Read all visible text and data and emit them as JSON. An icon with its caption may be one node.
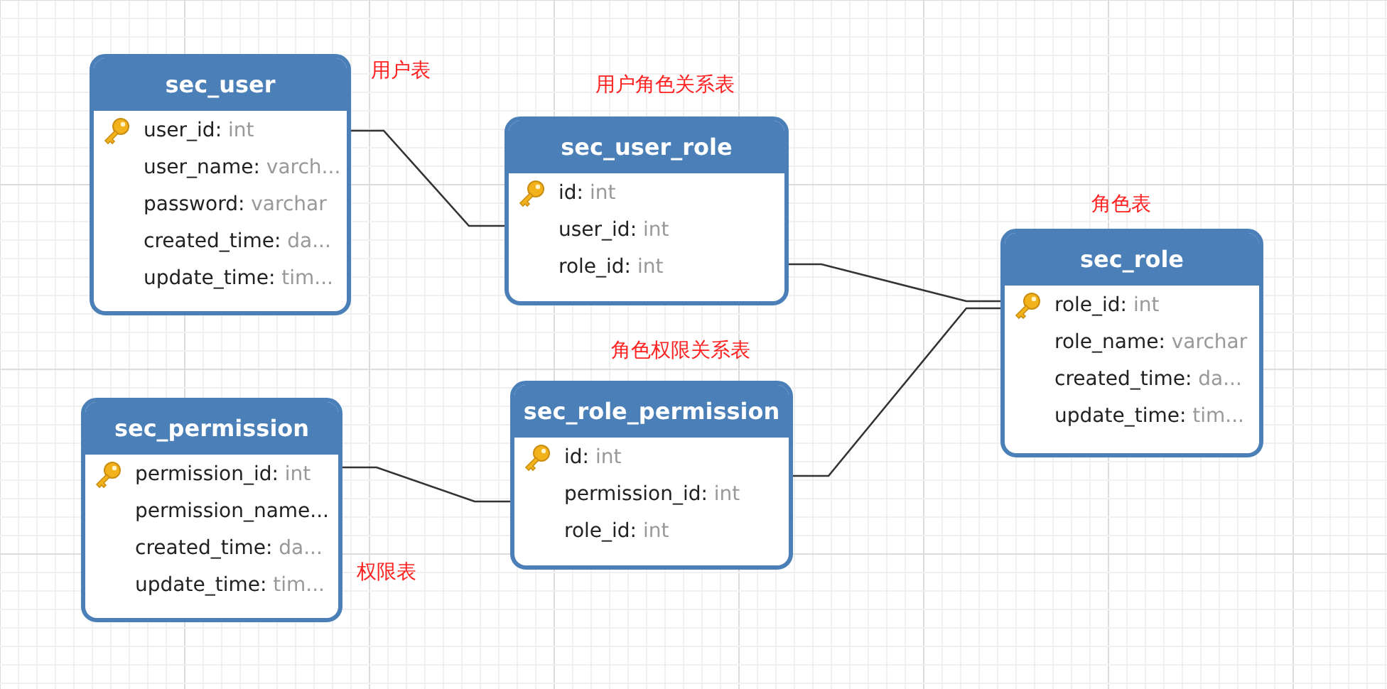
{
  "diagram": {
    "nodes": [
      {
        "text": [
          "sec_user",
          "user_id: int",
          "user_name: varch...",
          "password: varchar",
          "created_time: da...",
          "update_time: tim..."
        ],
        "beside": [
          "用户表"
        ]
      },
      {
        "text": [
          "sec_user_role",
          "id: int",
          "user_id: int",
          "role_id: int"
        ],
        "beside": [
          "用户角色关系表"
        ]
      },
      {
        "text": [
          "sec_role",
          "role_id: int",
          "role_name: varchar",
          "created_time: da...",
          "update_time: tim..."
        ],
        "beside": [
          "角色表"
        ]
      },
      {
        "text": [
          "sec_permission",
          "permission_id: int",
          "permission_name...",
          "created_time: da...",
          "update_time: tim..."
        ],
        "beside": [
          "权限表"
        ]
      },
      {
        "text": [
          "sec_role_permission",
          "id: int",
          "permission_id: int",
          "role_id: int"
        ],
        "beside": [
          "角色权限关系表"
        ]
      }
    ],
    "edges": [
      {
        "from": 0,
        "to": 1,
        "arrow": "none"
      },
      {
        "from": 1,
        "to": 2,
        "arrow": "none"
      },
      {
        "from": 3,
        "to": 4,
        "arrow": "none"
      },
      {
        "from": 4,
        "to": 2,
        "arrow": "none"
      }
    ]
  }
}
